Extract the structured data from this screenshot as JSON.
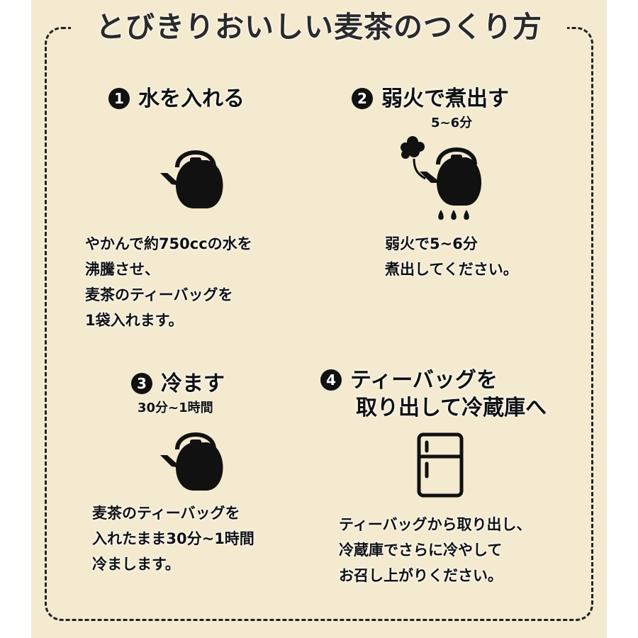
{
  "title": "とびきりおいしい麦茶のつくり方",
  "steps": [
    {
      "number": "1",
      "heading": "水を入れる",
      "icon": "kettle-icon",
      "lines": [
        "やかんで約750ccの水を",
        "沸騰させ、",
        "麦茶のティーバッグを",
        "1袋入れます。"
      ]
    },
    {
      "number": "2",
      "heading": "弱火で煮出す",
      "subheading": "5~6分",
      "icon": "kettle-boiling-icon",
      "lines": [
        "弱火で5~6分",
        "煮出してください。"
      ]
    },
    {
      "number": "3",
      "heading": "冷ます",
      "subheading": "30分~1時間",
      "icon": "kettle-icon",
      "lines": [
        "麦茶のティーバッグを",
        "入れたまま30分~1時間",
        "冷まします。"
      ]
    },
    {
      "number": "4",
      "heading_lines": [
        "ティーバッグを",
        "取り出して冷蔵庫へ"
      ],
      "icon": "refrigerator-icon",
      "lines": [
        "ティーバッグから取り出し、",
        "冷蔵庫でさらに冷やして",
        "お召し上がりください。"
      ]
    }
  ],
  "colors": {
    "background": "#f3ead0",
    "ink": "#111111"
  }
}
